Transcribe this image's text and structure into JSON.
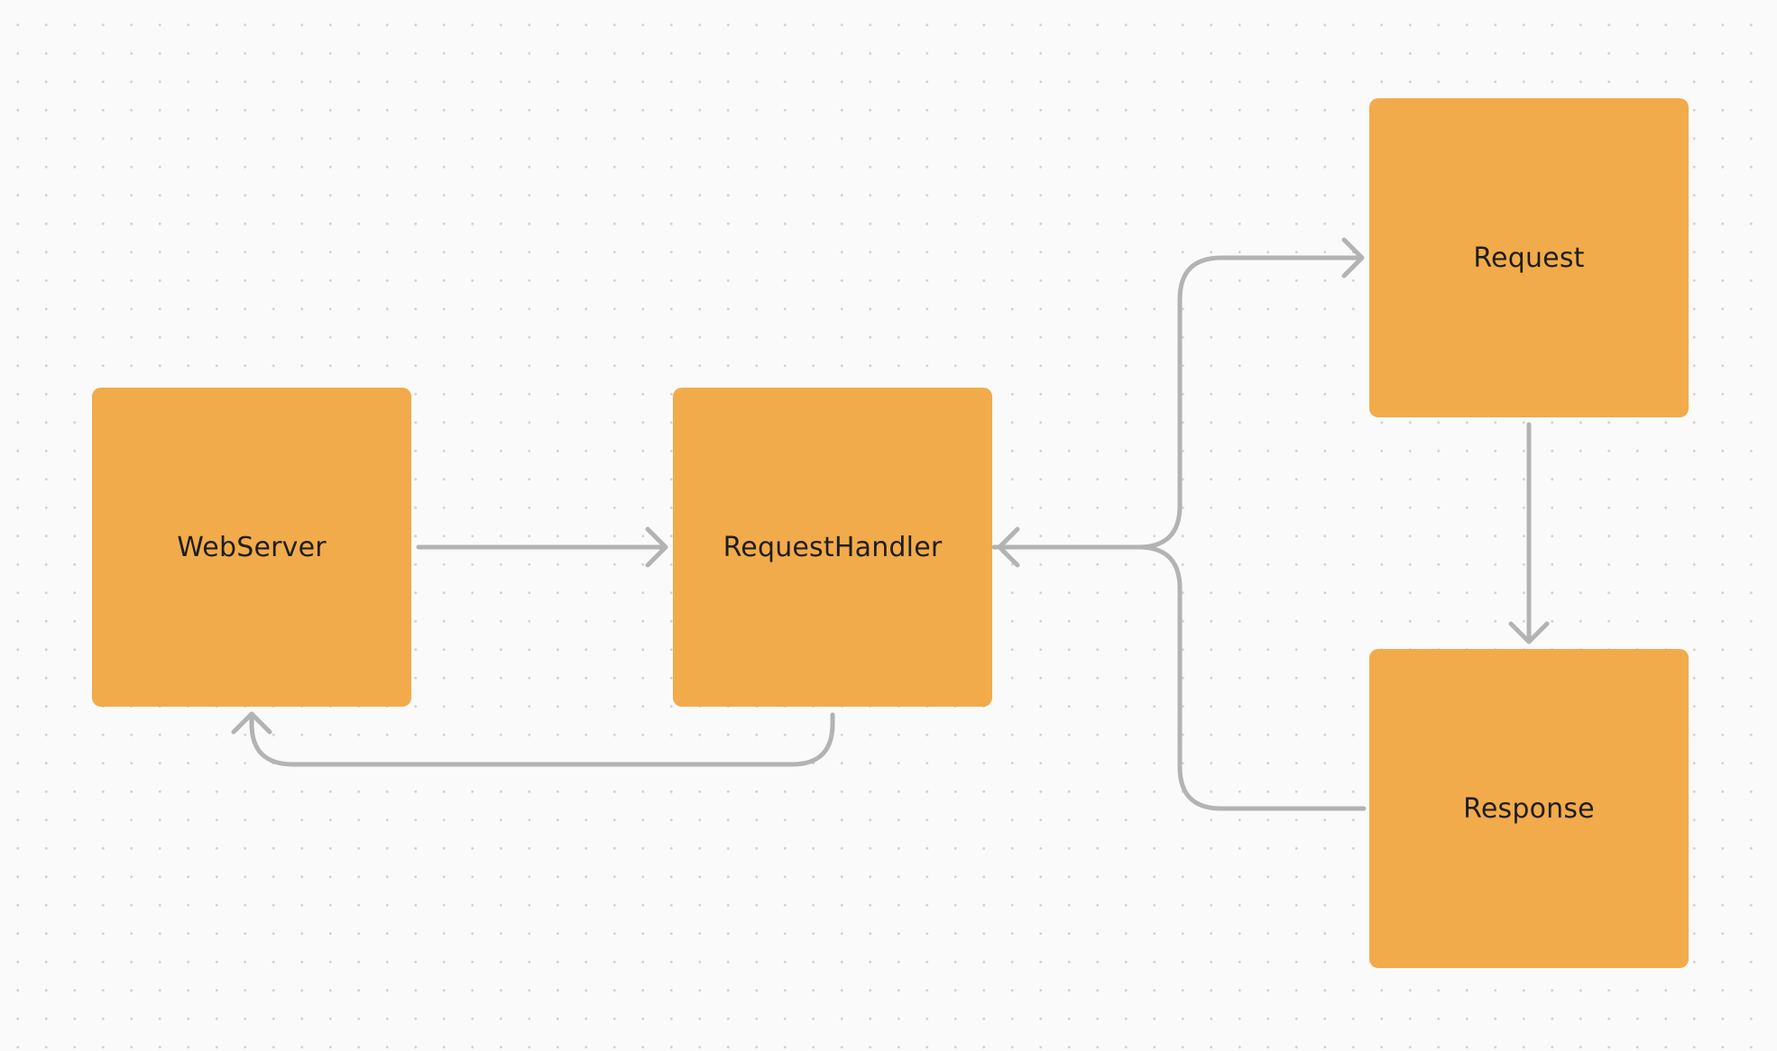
{
  "colors": {
    "node_fill": "#f2ab4a",
    "node_text": "#1e1e1e",
    "connector": "#b3b3b3",
    "background": "#fafafa",
    "grid_dot": "#d3d3d3"
  },
  "nodes": {
    "webserver": {
      "label": "WebServer"
    },
    "requesthandler": {
      "label": "RequestHandler"
    },
    "request": {
      "label": "Request"
    },
    "response": {
      "label": "Response"
    }
  }
}
